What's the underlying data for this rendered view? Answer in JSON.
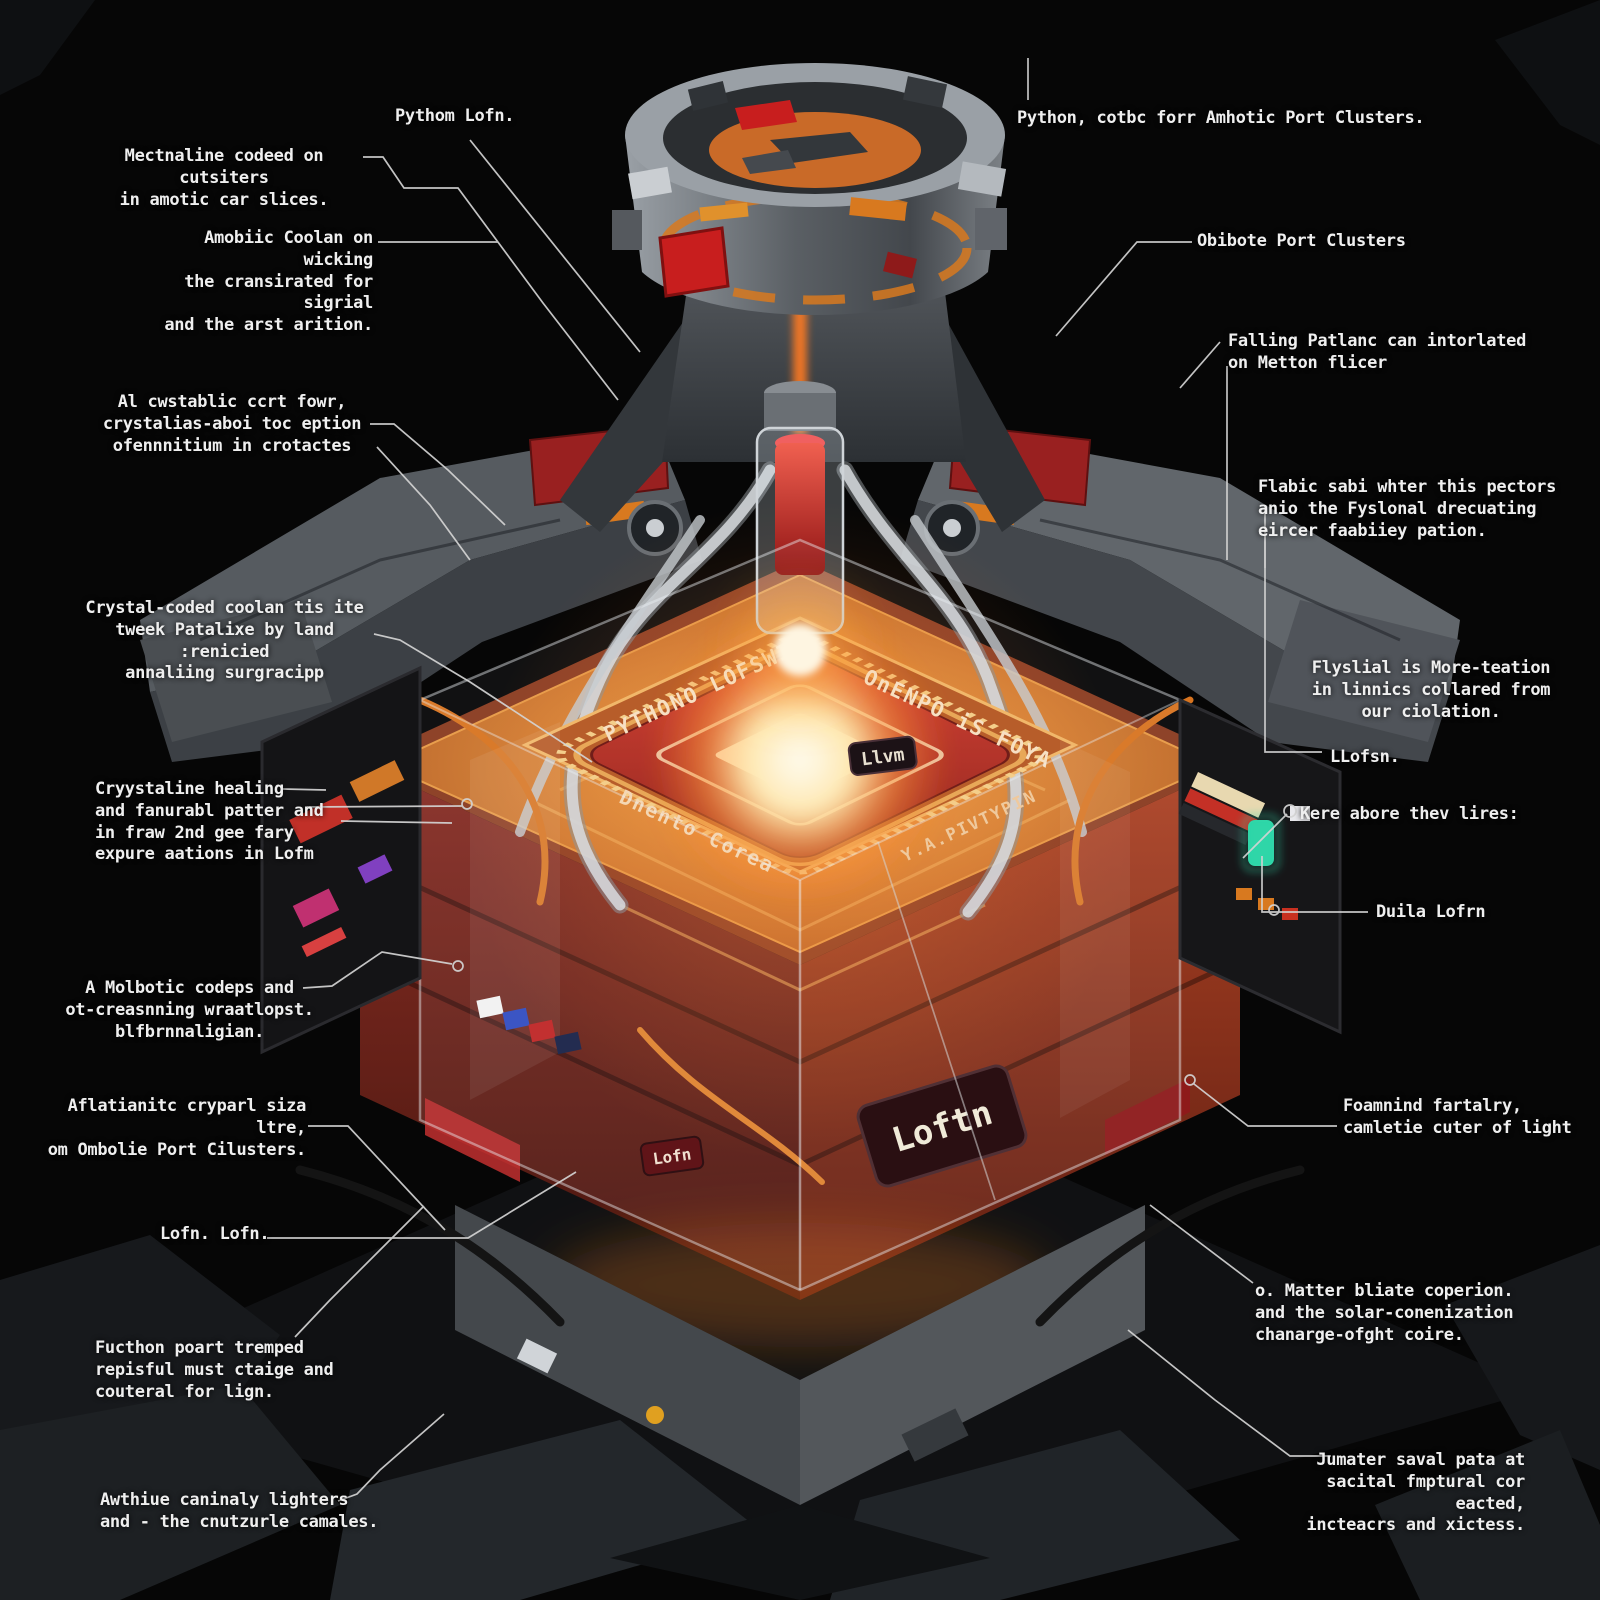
{
  "colors": {
    "background": "#060606",
    "accent_orange": "#e0812c",
    "accent_red": "#c22a22",
    "core_glow": "#ffd27a",
    "label_text": "#efefef",
    "leader_line": "#d4d4d4"
  },
  "machine": {
    "core_chip_texts": {
      "top_left": "PYTHONO LOFSWIN",
      "top_right": "OnENPO iS FOYA",
      "bottom_left": "Dnento Corea",
      "bottom_right": "Y.A.PIVTYPIN"
    },
    "module_labels": {
      "llvm_chip": "Llvm",
      "loftn_chip": "Loftn",
      "lofn_chip": "Lofn"
    }
  },
  "annotations": [
    {
      "id": "mectnaline",
      "text": "Mectnaline codeed on cutsiters\nin amotic car slices."
    },
    {
      "id": "pythom-lofn",
      "text": "Pythom Lofn."
    },
    {
      "id": "python-cotbc",
      "text": "Python, cotbc forr Amhotic Port Clusters."
    },
    {
      "id": "amobiic",
      "text": "Amobiic Coolan on wicking\nthe cransirated for sigrial\nand the arst arition."
    },
    {
      "id": "obibote",
      "text": "Obibote Port Clusters"
    },
    {
      "id": "falling",
      "text": "Falling Patlanc can intorlated\n on Metton flicer"
    },
    {
      "id": "alcwstablic",
      "text": "Al cwstablic ccrt fowr,\ncrystalias-aboi toc eption\nofennnitium in crotactes"
    },
    {
      "id": "flabic",
      "text": "Flabic sabi whter this pectors\nanio the Fyslonal drecuating\n eircer faabiiey pation."
    },
    {
      "id": "crystal-coded",
      "text": "Crystal-coded coolan tis ite\ntweek Patalixe by land :renicied\nannaliing surgracipp"
    },
    {
      "id": "flyslial",
      "text": "Flyslial is More-teation\nin linnics collared from\nour ciolation."
    },
    {
      "id": "llofsn",
      "text": "LLofsn."
    },
    {
      "id": "cryystaline",
      "text": "Cryystaline healing\nand fanurabl patter and\nin fraw 2nd gee fary\nexpure aations in Lofm"
    },
    {
      "id": "kere",
      "text": "Kere abore thev lires:"
    },
    {
      "id": "duila",
      "text": "Duila Lofrn"
    },
    {
      "id": "molbotic",
      "text": "A Molbotic codeps and\not-creasnning wraatlopst.\nblfbrnnaligian."
    },
    {
      "id": "aflatianitc",
      "text": "Aflatianitc cryparl siza ltre,\nom Ombolie Port Cilusters."
    },
    {
      "id": "foamnind",
      "text": "Foamnind fartalry,\ncamletie cuter of light"
    },
    {
      "id": "lofn-lofn",
      "text": "Lofn. Lofn."
    },
    {
      "id": "matter",
      "text": "o. Matter bliate coperion.\nand the solar-conenization\nchanarge-ofght coire."
    },
    {
      "id": "fucthon",
      "text": "Fucthon poart tremped\nrepisful must ctaige and\ncouteral for lign."
    },
    {
      "id": "jumater",
      "text": "Jumater saval pata at\nsacital fmptural cor eacted,\nincteacrs and xictess."
    },
    {
      "id": "awthiue",
      "text": "Awthiue caninaly lighters\nand - the cnutzurle camales."
    }
  ]
}
